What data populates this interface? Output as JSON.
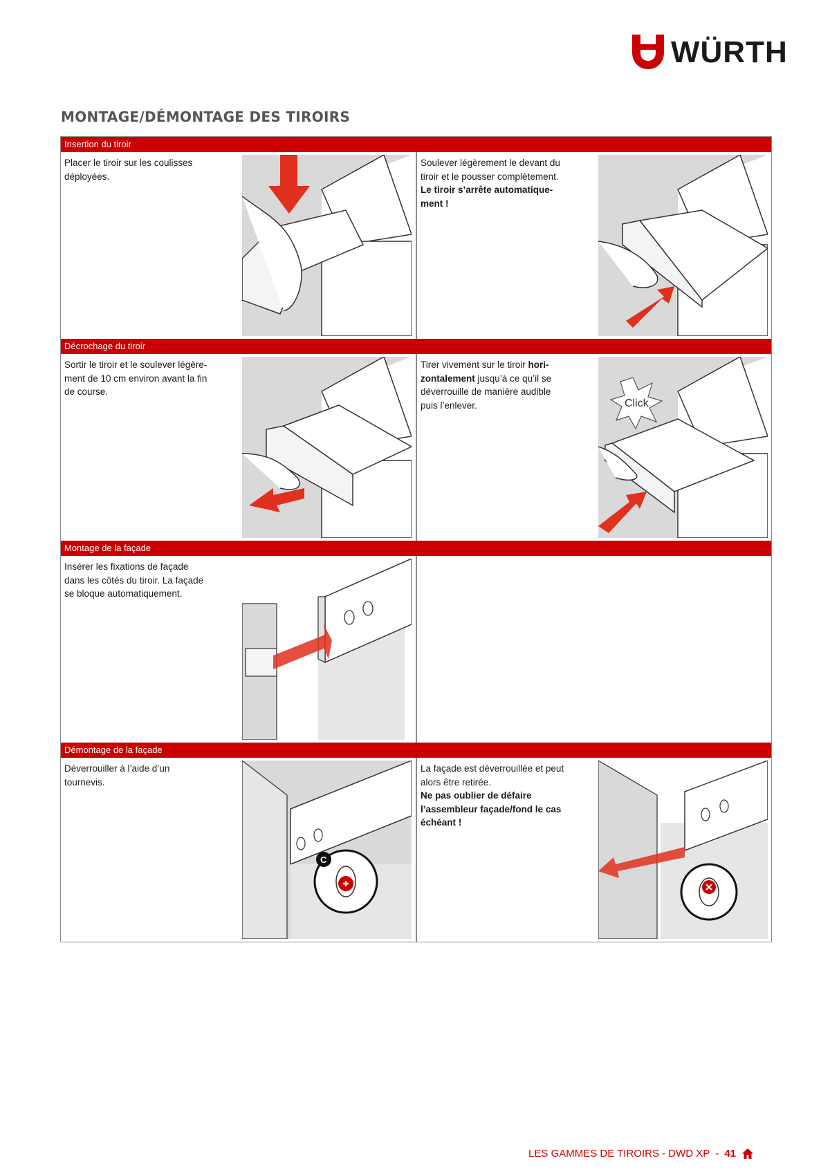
{
  "brand": {
    "name": "WÜRTH",
    "color": "#cc0000"
  },
  "page_title": "MONTAGE/DÉMONTAGE DES TIROIRS",
  "sections": [
    {
      "heading": "Insertion du tiroir",
      "left": {
        "text": "Placer le tiroir sur les coulisses déployées.",
        "bold": ""
      },
      "right": {
        "text": "Soulever légèrement le devant du tiroir et le pousser complètement.",
        "bold": "Le tiroir s’arrête automatique-ment !"
      }
    },
    {
      "heading": "Décrochage du tiroir",
      "left": {
        "text": "Sortir le tiroir et le soulever légère-ment de 10 cm environ avant la fin de course.",
        "bold": ""
      },
      "right": {
        "text_before": "Tirer vivement sur le tiroir ",
        "bold": "hori-zontalement",
        "text_after": " jusqu’à ce qu’il se déverrouille de manière audible puis l’enlever.",
        "callout": "Click"
      }
    },
    {
      "heading": "Montage de la façade",
      "left": {
        "text": "Insérer les fixations de façade dans les côtés du tiroir. La façade se bloque automatiquement.",
        "bold": ""
      },
      "right": {
        "text": "",
        "bold": ""
      }
    },
    {
      "heading": "Démontage de la façade",
      "left": {
        "text": "Déverrouiller à l’aide d’un tournevis.",
        "bold": "",
        "marker": "C"
      },
      "right": {
        "text": "La façade est déverrouillée et peut alors être retirée.",
        "bold": "Ne pas oublier de défaire l’assembleur façade/fond le cas échéant !"
      }
    }
  ],
  "footer": {
    "label": "LES GAMMES DE TIROIRS - DWD XP",
    "separator": "-",
    "page_number": "41",
    "icon": "home-icon"
  }
}
